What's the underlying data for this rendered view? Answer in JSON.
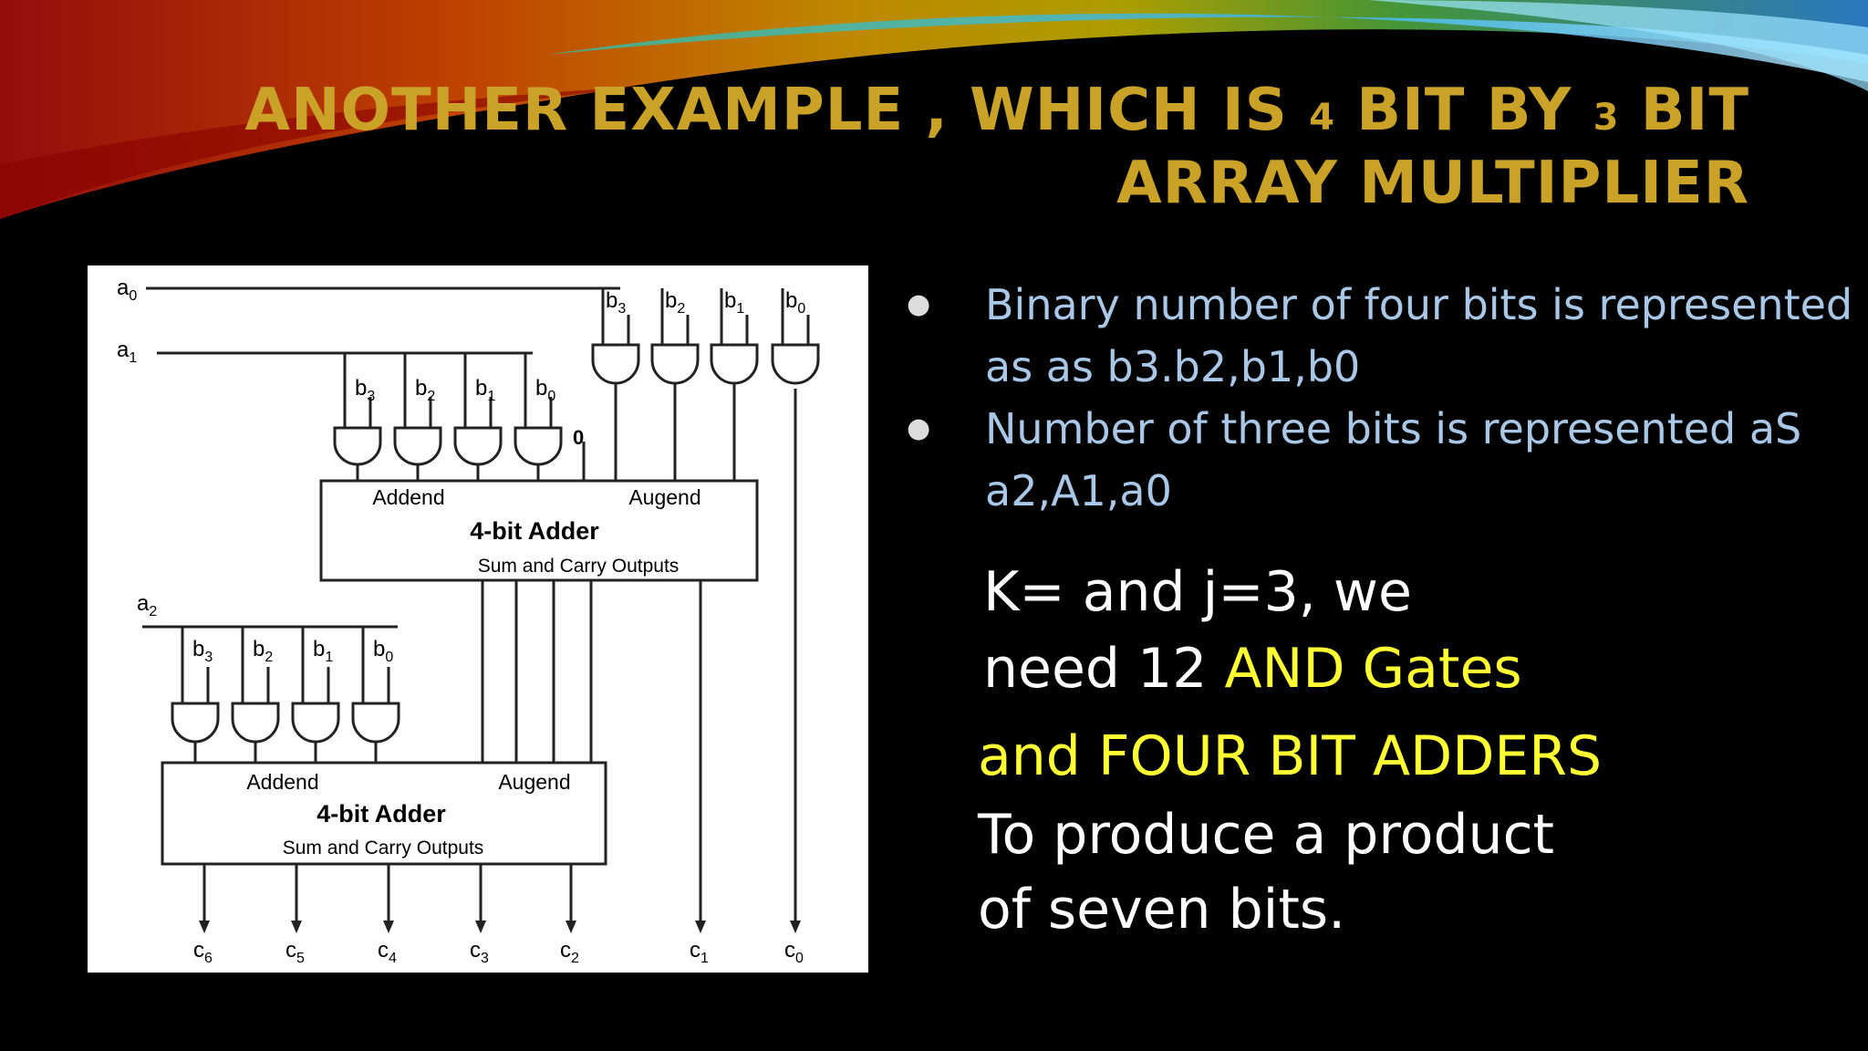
{
  "title": {
    "line1_a": "ANOTHER EXAMPLE , WHICH IS",
    "line1_n4": "4",
    "line1_b": "BIT BY",
    "line1_n3": "3",
    "line1_c": "BIT",
    "line2": "ARRAY MULTIPLIER"
  },
  "bullets": [
    "Binary number of four bits is represented",
    "as as b3.b2,b1,b0",
    "Number of three bits is represented aS",
    "a2,A1,a0"
  ],
  "note": {
    "l1": "K= and j=3, we",
    "l2a": "need 12",
    "l2b": "AND  Gates",
    "l3": "and FOUR BIT ADDERS",
    "l4": "To produce a product",
    "l5": "of seven bits."
  },
  "diagram": {
    "inputs": {
      "a0": "a",
      "a1": "a",
      "a2": "a",
      "sub0": "0",
      "sub1": "1",
      "sub2": "2"
    },
    "b_labels": [
      "b3",
      "b2",
      "b1",
      "b0"
    ],
    "b_base": "b",
    "b_subs": [
      "3",
      "2",
      "1",
      "0"
    ],
    "zero": "0",
    "adder": {
      "addend": "Addend",
      "augend": "Augend",
      "name": "4-bit Adder",
      "outputs": "Sum and Carry Outputs"
    },
    "c_base": "c",
    "c_subs": [
      "6",
      "5",
      "4",
      "3",
      "2",
      "1",
      "0"
    ]
  },
  "colors": {
    "title": "#c9a227",
    "bullet_text": "#a9c8e8",
    "highlight": "#ffff33"
  }
}
